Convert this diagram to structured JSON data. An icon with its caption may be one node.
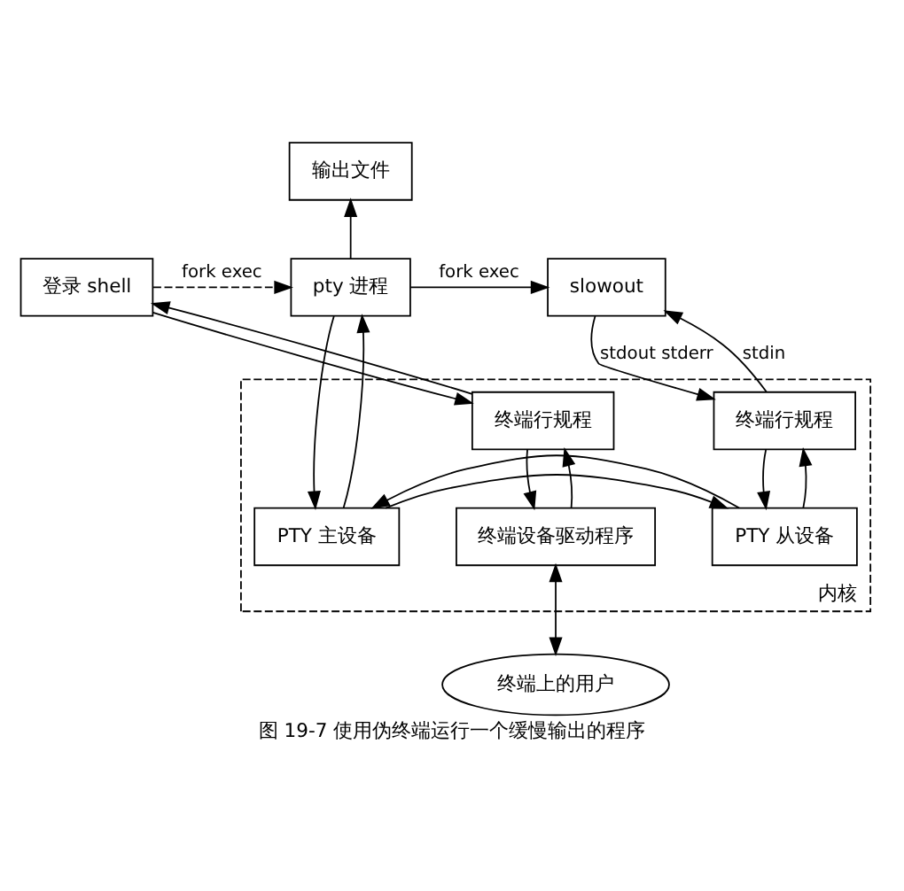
{
  "diagram": {
    "caption": "图 19-7 使用伪终端运行一个缓慢输出的程序",
    "nodes": [
      {
        "text": [
          "输出文件"
        ]
      },
      {
        "text": [
          "登录 shell"
        ]
      },
      {
        "text": [
          "pty 进程"
        ]
      },
      {
        "text": [
          "slowout"
        ]
      },
      {
        "text": [
          "内核"
        ]
      },
      {
        "text": [
          "终端行规程"
        ],
        "in": 4
      },
      {
        "text": [
          "终端行规程"
        ],
        "in": 4
      },
      {
        "text": [
          "终端设备驱动程序"
        ],
        "in": 4
      },
      {
        "text": [
          "PTY 主设备"
        ],
        "in": 4
      },
      {
        "text": [
          "PTY 从设备"
        ],
        "in": 4
      },
      {
        "text": [
          "终端上的用户"
        ]
      }
    ],
    "edges": [
      {
        "from": 1,
        "to": 2,
        "arrow": "to",
        "label": "fork exec",
        "style": "dashed"
      },
      {
        "from": 2,
        "to": 3,
        "arrow": "to",
        "label": "fork exec"
      },
      {
        "from": 2,
        "to": 0,
        "arrow": "to"
      },
      {
        "from": 1,
        "to": 5,
        "arrow": "to"
      },
      {
        "from": 5,
        "to": 1,
        "arrow": "to"
      },
      {
        "from": 3,
        "to": 6,
        "arrow": "to",
        "label": "stdout stderr"
      },
      {
        "from": 6,
        "to": 3,
        "arrow": "to",
        "label": "stdin"
      },
      {
        "from": 5,
        "to": 7,
        "arrow": "to"
      },
      {
        "from": 7,
        "to": 5,
        "arrow": "to"
      },
      {
        "from": 2,
        "to": 8,
        "arrow": "to"
      },
      {
        "from": 8,
        "to": 2,
        "arrow": "to"
      },
      {
        "from": 6,
        "to": 9,
        "arrow": "to"
      },
      {
        "from": 9,
        "to": 6,
        "arrow": "to"
      },
      {
        "from": 8,
        "to": 9,
        "arrow": "to"
      },
      {
        "from": 9,
        "to": 8,
        "arrow": "to"
      },
      {
        "from": 7,
        "to": 10,
        "arrow": "both"
      }
    ]
  }
}
